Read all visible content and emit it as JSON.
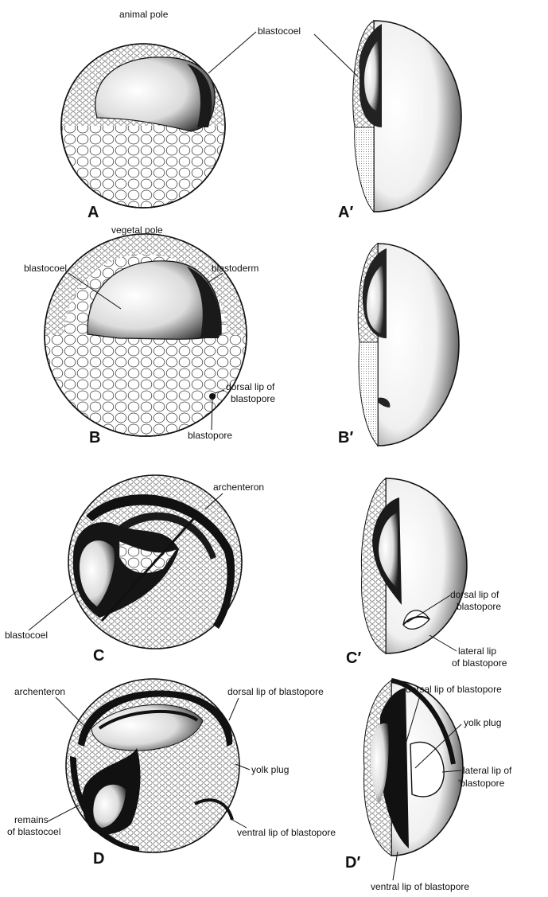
{
  "figure": {
    "panels": [
      {
        "id": "A",
        "letter": "A",
        "labels": {
          "top": "animal pole",
          "bottom": "vegetal pole",
          "blastocoel": "blastocoel"
        }
      },
      {
        "id": "A-prime",
        "letter": "A′",
        "labels": {
          "blastocoel": "blastocoel"
        }
      },
      {
        "id": "B",
        "letter": "B",
        "labels": {
          "blastocoel": "blastocoel",
          "blastoderm": "blastoderm",
          "dorsal_lip": [
            "dorsal lip of",
            "blastopore"
          ],
          "blastopore": "blastopore"
        }
      },
      {
        "id": "B-prime",
        "letter": "B′"
      },
      {
        "id": "C",
        "letter": "C",
        "labels": {
          "archenteron": "archenteron",
          "blastocoel": "blastocoel"
        }
      },
      {
        "id": "C-prime",
        "letter": "C′",
        "labels": {
          "dorsal_lip": [
            "dorsal lip of",
            "blastopore"
          ],
          "lateral_lip": [
            "lateral lip",
            "of blastopore"
          ]
        }
      },
      {
        "id": "D",
        "letter": "D",
        "labels": {
          "archenteron": "archenteron",
          "dorsal_lip": "dorsal lip of blastopore",
          "yolk_plug": "yolk plug",
          "remains": [
            "remains",
            "of blastocoel"
          ],
          "ventral_lip": "ventral lip of blastopore"
        }
      },
      {
        "id": "D-prime",
        "letter": "D′",
        "labels": {
          "dorsal_lip": "dorsal lip of blastopore",
          "yolk_plug": "yolk plug",
          "lateral_lip": [
            "lateral lip of",
            "'blastopore"
          ],
          "ventral_lip": "ventral lip of blastopore"
        }
      }
    ]
  }
}
